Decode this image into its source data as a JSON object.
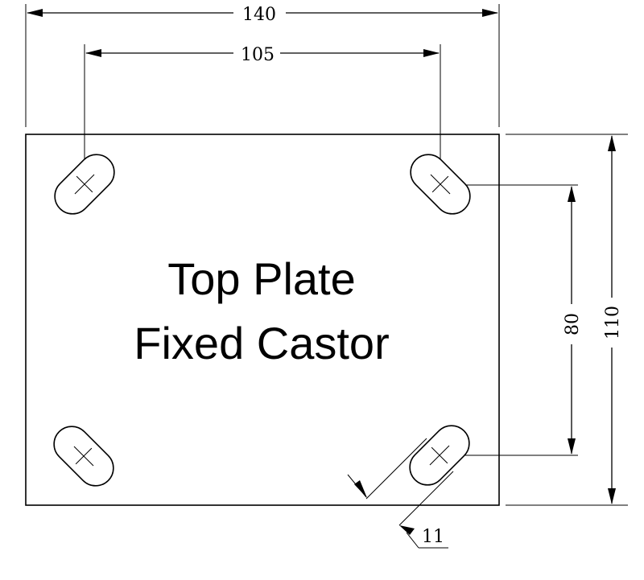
{
  "title": {
    "line1": "Top Plate",
    "line2": "Fixed Castor"
  },
  "dimensions": {
    "plate_width": "140",
    "hole_spacing_width": "105",
    "hole_spacing_height": "80",
    "plate_height": "110",
    "slot_width": "11"
  },
  "colors": {
    "ink": "#000000",
    "background": "#ffffff"
  }
}
